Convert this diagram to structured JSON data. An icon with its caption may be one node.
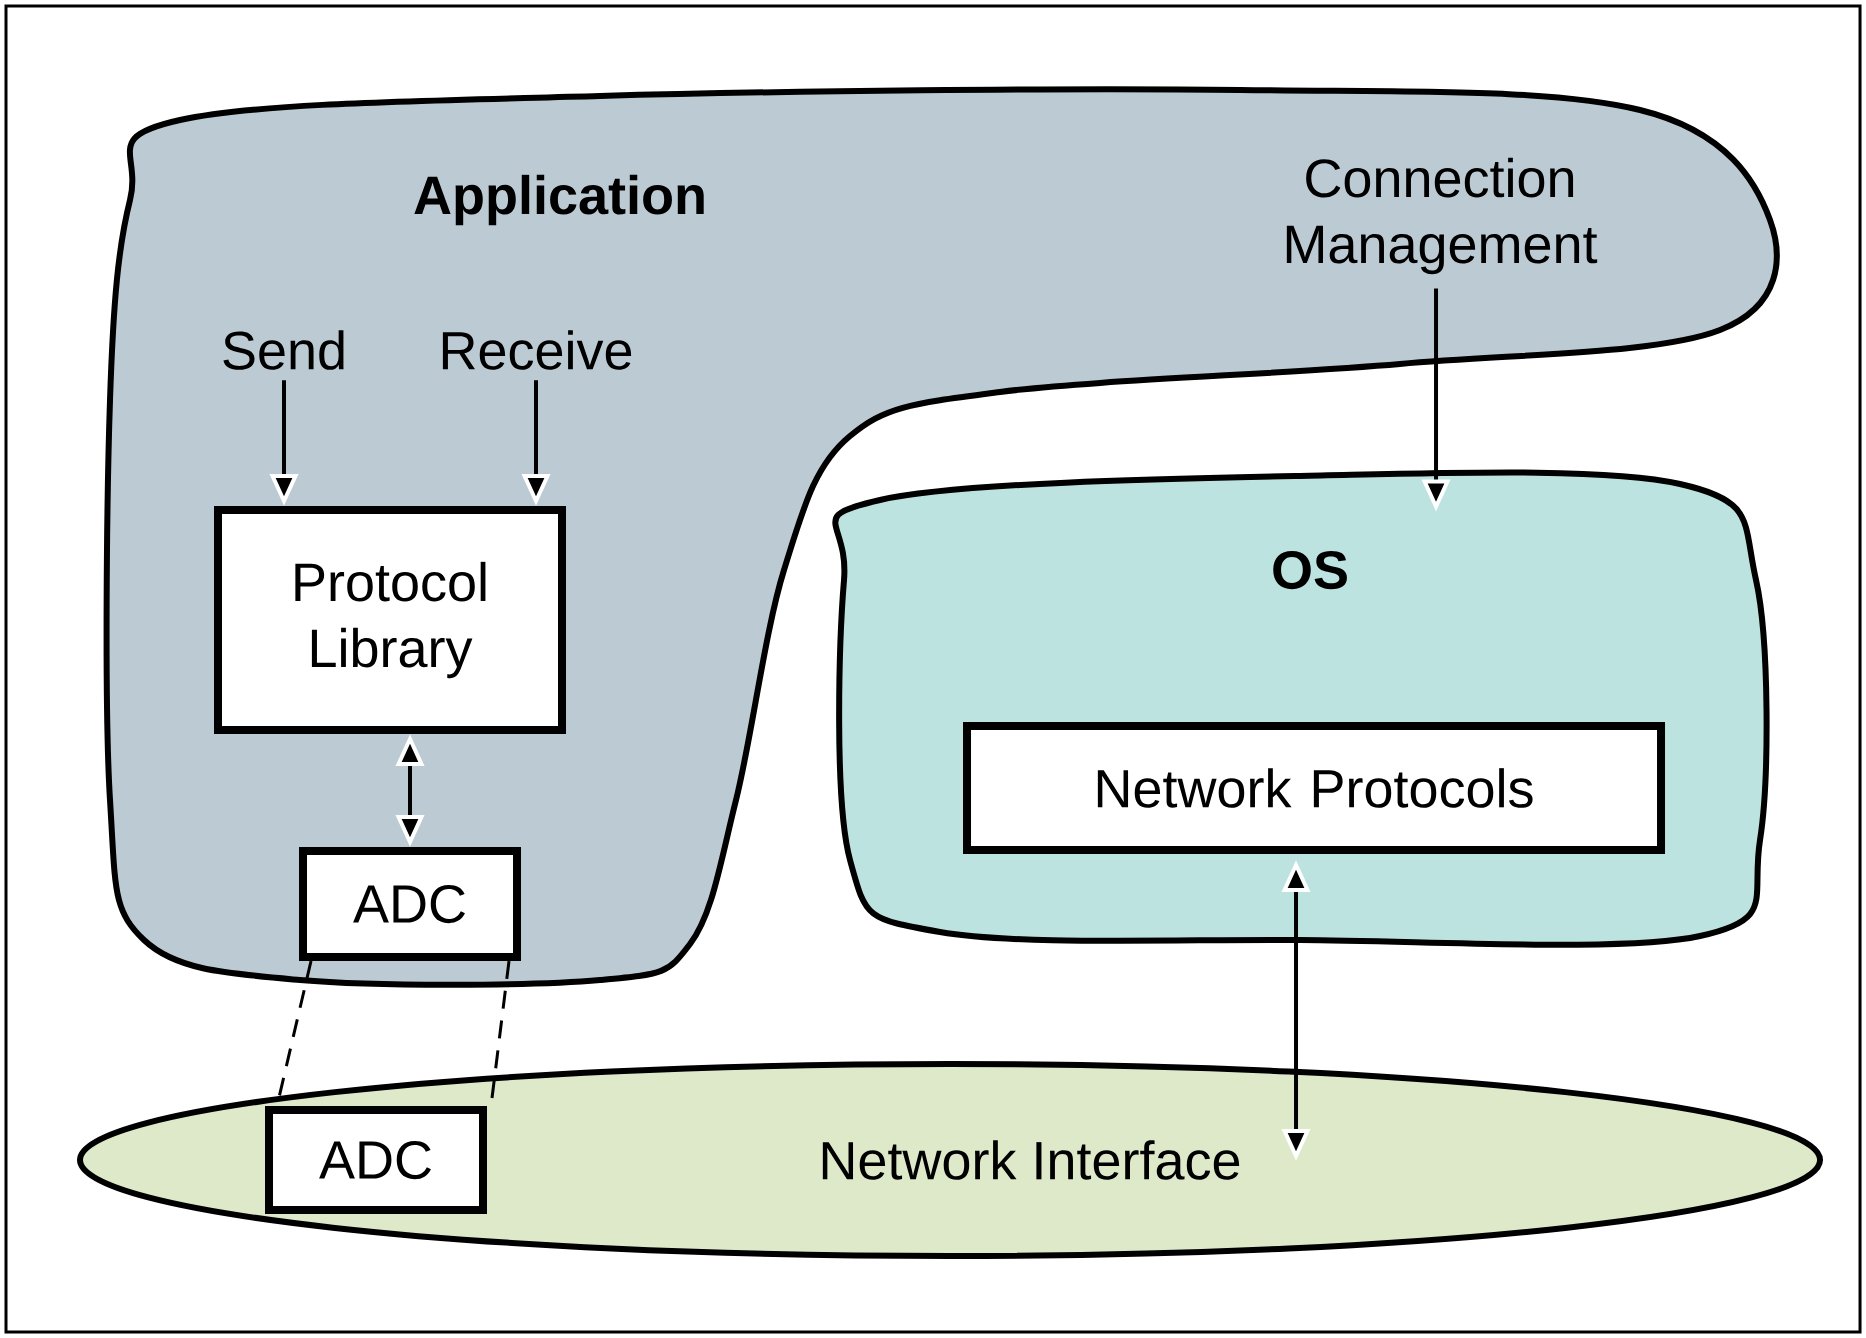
{
  "diagram": {
    "nodes": [
      {
        "text": [
          "Application"
        ]
      },
      {
        "text": [
          "Send"
        ],
        "in": 0
      },
      {
        "text": [
          "Receive"
        ],
        "in": 0
      },
      {
        "text": [
          "Connection Management"
        ],
        "in": 0
      },
      {
        "text": [
          "Protocol Library"
        ],
        "in": 0
      },
      {
        "text": [
          "ADC"
        ],
        "in": 0
      },
      {
        "text": [
          "OS"
        ]
      },
      {
        "text": [
          "Network Protocols"
        ],
        "in": 6
      },
      {
        "text": [
          "Network Interface"
        ]
      },
      {
        "text": [
          "ADC"
        ],
        "in": 8
      }
    ],
    "edges": [
      {
        "from": 1,
        "to": 4,
        "arrow": "to"
      },
      {
        "from": 2,
        "to": 4,
        "arrow": "to"
      },
      {
        "from": 3,
        "to": 6,
        "arrow": "to"
      },
      {
        "from": 4,
        "to": 5,
        "arrow": "both"
      },
      {
        "from": 7,
        "to": 8,
        "arrow": "both"
      },
      {
        "from": 5,
        "to": 9,
        "arrow": "none",
        "style": "dashed"
      },
      {
        "from": 5,
        "to": 9,
        "arrow": "none",
        "style": "dashed"
      }
    ]
  }
}
